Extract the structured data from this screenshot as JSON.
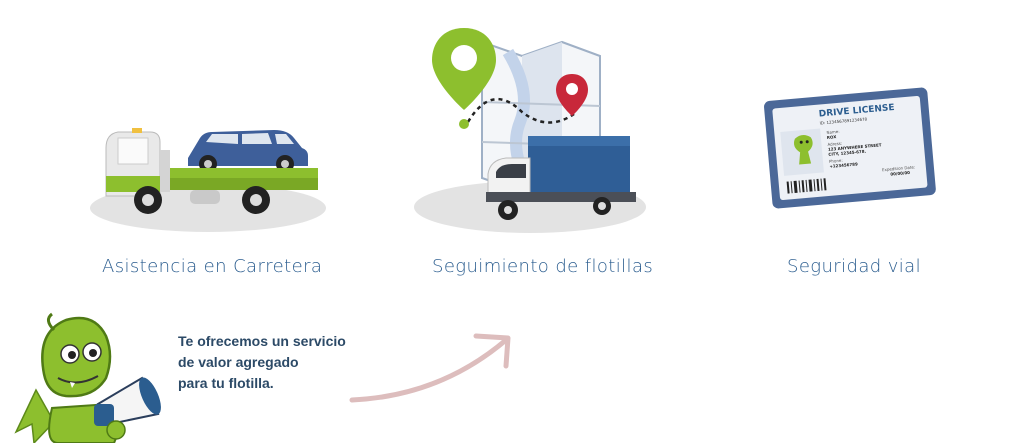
{
  "services": [
    {
      "label": "Asistencia en Carretera",
      "icon": "tow-truck-icon"
    },
    {
      "label": "Seguimiento de flotillas",
      "icon": "fleet-tracking-map-icon"
    },
    {
      "label": "Seguridad vial",
      "icon": "drive-license-card-icon"
    }
  ],
  "license_card": {
    "title": "DRIVE LICENSE",
    "id": "ID: 1234567891234678",
    "name_label": "Name:",
    "name_value": "ROX",
    "address_label": "Adress:",
    "address_value_1": "123 ANYWHERE STREET",
    "address_value_2": "CITY, 12345-678.",
    "phone_label": "Phone:",
    "phone_value": "+123456789",
    "expedition_label": "Expedition Date:",
    "expedition_value": "00/00/00"
  },
  "promo": {
    "line1": "Te ofrecemos un servicio",
    "line2": "de valor agregado",
    "line3": "para tu flotilla."
  },
  "mascot": {
    "icon": "dragon-mascot-megaphone-icon"
  },
  "colors": {
    "brand_green": "#8dbf2e",
    "brand_blue": "#2b5d8f",
    "pin_red": "#c8283a",
    "ground_gray": "#e3e3e3",
    "arrow_pink": "#ddbdbd"
  }
}
